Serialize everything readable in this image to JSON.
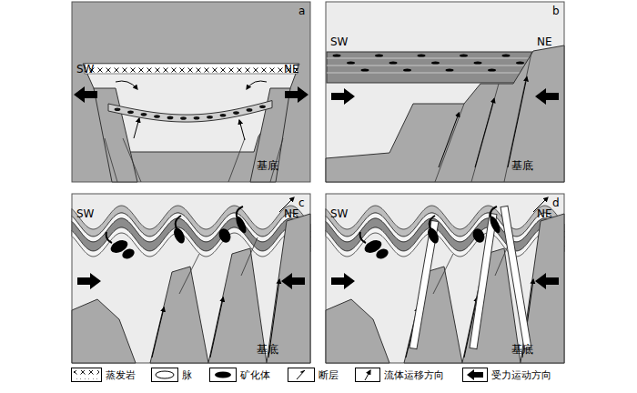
{
  "diagram": {
    "labels": [
      "a",
      "SW",
      "NE",
      "基底",
      "b",
      "SW",
      "NE",
      "基底",
      "c",
      "SW",
      "NE",
      "基底",
      "d",
      "SW",
      "NE",
      "基底"
    ],
    "legend": [
      {
        "text": "蒸发岩"
      },
      {
        "text": "脉"
      },
      {
        "text": "矿化体"
      },
      {
        "text": "断层"
      },
      {
        "text": "流体运移方向"
      },
      {
        "text": "受力运动方向"
      }
    ]
  }
}
